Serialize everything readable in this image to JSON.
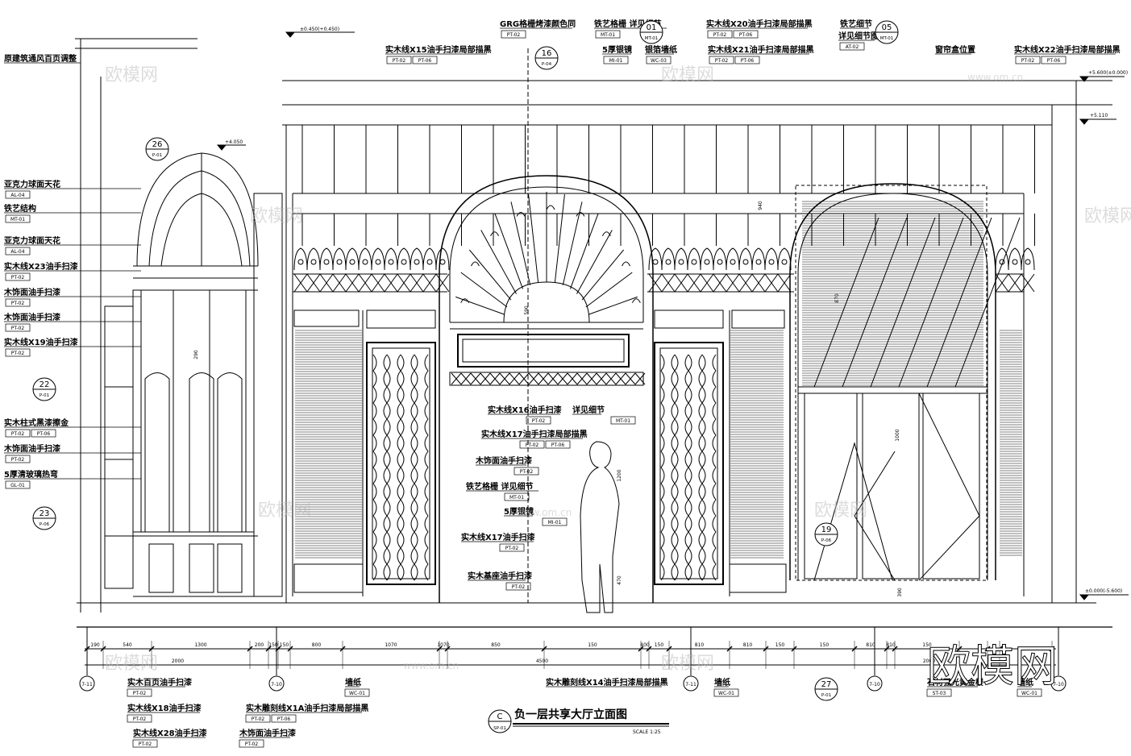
{
  "drawing": {
    "title": "负一层共享大厅立面图",
    "title_ref": "C",
    "title_sheet": "SP-01",
    "scale": "SCALE 1:25"
  },
  "levels": {
    "top": "±0.450(+0.450)",
    "l1": "+5.600(±0.000)",
    "l2": "+5.110",
    "dome": "+4.050",
    "floor": "±0.000(-5.600)"
  },
  "left_labels": [
    {
      "text": "原建筑通风百页调整",
      "tags": []
    },
    {
      "text": "亚克力球面天花",
      "tags": [
        "AL-04"
      ]
    },
    {
      "text": "铁艺结构",
      "tags": [
        "MT-01"
      ]
    },
    {
      "text": "亚克力球面天花",
      "tags": [
        "AL-04"
      ]
    },
    {
      "text": "实木线X23油手扫漆",
      "tags": [
        "PT-02"
      ]
    },
    {
      "text": "木饰面油手扫漆",
      "tags": [
        "PT-02"
      ]
    },
    {
      "text": "木饰面油手扫漆",
      "tags": [
        "PT-02"
      ]
    },
    {
      "text": "实木线X19油手扫漆",
      "tags": [
        "PT-02"
      ]
    },
    {
      "text": "实木柱式黑漆擦金",
      "tags": [
        "PT-02",
        "PT-06"
      ]
    },
    {
      "text": "木饰面油手扫漆",
      "tags": [
        "PT-02"
      ]
    },
    {
      "text": "5厚清玻璃热弯",
      "tags": [
        "GL-01"
      ]
    }
  ],
  "top_labels": [
    {
      "text": "GRG格栅烤漆颜色同",
      "tags": [
        "PT-02"
      ]
    },
    {
      "text": "铁艺格栅  详见细节",
      "tags": [
        "MT-01"
      ]
    },
    {
      "text": "实木线X20油手扫漆局部描黑",
      "tags": [
        "PT-02",
        "PT-06"
      ]
    },
    {
      "text": "铁艺细节",
      "tags": []
    },
    {
      "text": "详见细节图",
      "tags": [
        "AT-02"
      ]
    },
    {
      "text": "实木线X15油手扫漆局部描黑",
      "tags": [
        "PT-02",
        "PT-06"
      ]
    },
    {
      "text": "5厚银镜",
      "tags": [
        "MI-01"
      ]
    },
    {
      "text": "银箔墙纸",
      "tags": [
        "WC-03"
      ]
    },
    {
      "text": "实木线X21油手扫漆局部描黑",
      "tags": [
        "PT-02",
        "PT-06"
      ]
    },
    {
      "text": "窗帘盒位置",
      "tags": []
    },
    {
      "text": "实木线X22油手扫漆局部描黑",
      "tags": [
        "PT-02",
        "PT-06"
      ]
    }
  ],
  "center_labels": [
    {
      "text": "实木线X16油手扫漆",
      "tags": [
        "PT-02"
      ]
    },
    {
      "text": "详见细节",
      "tags": [
        "MT-01"
      ]
    },
    {
      "text": "实木线X17油手扫漆局部描黑",
      "tags": [
        "PT-02",
        "PT-06"
      ]
    },
    {
      "text": "木饰面油手扫漆",
      "tags": [
        "PT-02"
      ]
    },
    {
      "text": "铁艺格栅  详见细节",
      "tags": [
        "MT-01"
      ]
    },
    {
      "text": "5厚银镜",
      "tags": [
        "MI-01"
      ]
    },
    {
      "text": "实木线X17油手扫漆",
      "tags": [
        "PT-02"
      ]
    },
    {
      "text": "实木基座油手扫漆",
      "tags": [
        "PT-02"
      ]
    }
  ],
  "bottom_labels": [
    {
      "text": "实木百页油手扫漆",
      "tags": [
        "PT-02"
      ]
    },
    {
      "text": "实木线X18油手扫漆",
      "tags": [
        "PT-02"
      ]
    },
    {
      "text": "实木雕刻线X1A油手扫漆局部描黑",
      "tags": [
        "PT-02",
        "PT-06"
      ]
    },
    {
      "text": "实木线X28油手扫漆",
      "tags": [
        "PT-02"
      ]
    },
    {
      "text": "木饰面油手扫漆",
      "tags": [
        "PT-02"
      ]
    },
    {
      "text": "墙纸",
      "tags": [
        "WC-01"
      ]
    },
    {
      "text": "实木雕刻线X14油手扫漆局部描黑",
      "tags": []
    },
    {
      "text": "墙纸",
      "tags": [
        "WC-01"
      ]
    },
    {
      "text": "石材强光黄金楼",
      "tags": [
        "ST-03"
      ]
    },
    {
      "text": "墙纸",
      "tags": [
        "WC-01"
      ]
    }
  ],
  "bubbles": [
    {
      "num": "26",
      "sheet": "P-01"
    },
    {
      "num": "22",
      "sheet": "P-01"
    },
    {
      "num": "23",
      "sheet": "P-06"
    },
    {
      "num": "16",
      "sheet": "P-04"
    },
    {
      "num": "01",
      "sheet": "MT-01"
    },
    {
      "num": "05",
      "sheet": "MT-01"
    },
    {
      "num": "19",
      "sheet": "P-06"
    },
    {
      "num": "27",
      "sheet": "P-01"
    }
  ],
  "axes": [
    "7-11",
    "7-10",
    "7-11",
    "7-10",
    "7-10"
  ],
  "dims_row1": [
    "190",
    "540",
    "1300",
    "200",
    "150",
    "150",
    "800",
    "1070",
    "1070",
    "850",
    "150",
    "400",
    "150",
    "810",
    "810",
    "150",
    "150",
    "810",
    "810",
    "150"
  ],
  "dims_row2": [
    "2000",
    "4500",
    "2000"
  ],
  "side_dims": [
    "590",
    "290",
    "1200",
    "940",
    "1000",
    "870",
    "390",
    "470"
  ],
  "watermarks": [
    "欧模网",
    "www.om.cn"
  ],
  "brand": "欧模网"
}
